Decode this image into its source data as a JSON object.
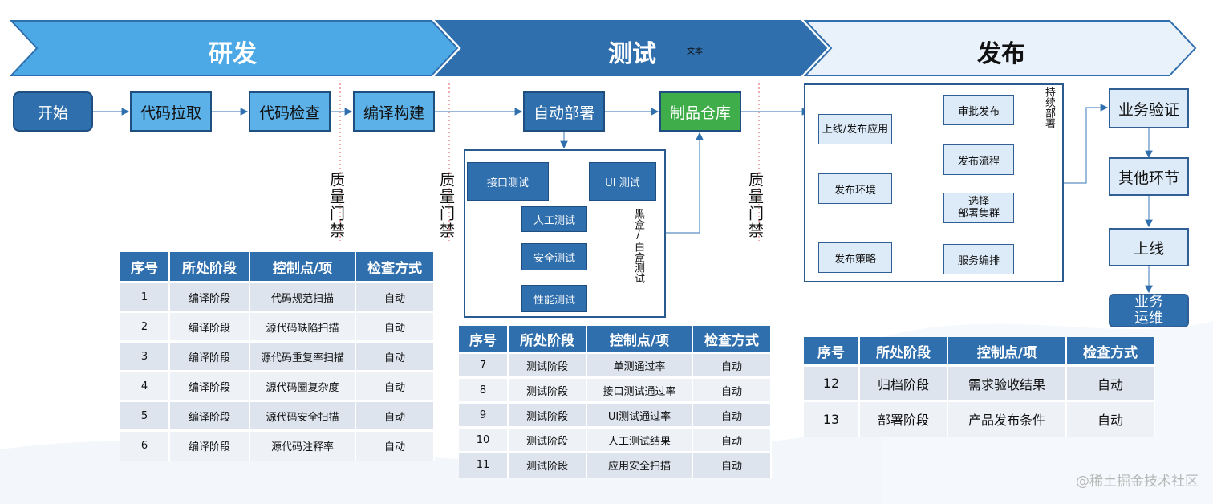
{
  "phases": [
    "研发",
    "测试",
    "发布"
  ],
  "small_label": "文本",
  "dev_flow": [
    "开始",
    "代码拉取",
    "代码检查",
    "编译构建"
  ],
  "test_flow": [
    "自动部署",
    "制品仓库"
  ],
  "test_box": {
    "interface_test": "接口测试",
    "ui_test": "UI 测试",
    "manual_test": "人工测试",
    "security_test": "安全测试",
    "performance_test": "性能测试",
    "side_label": "黑盒/白盒测试"
  },
  "quality_gate": "质量门禁",
  "release_box": {
    "online_deploy": "上线/发布应用",
    "release_env": "发布环境",
    "release_strategy": "发布策略",
    "approve_release": "审批发布",
    "release_process": "发布流程",
    "select_cluster_line1": "选择",
    "select_cluster_line2": "部署集群",
    "service_orchestration": "服务编排",
    "side_label": "持续部署"
  },
  "release_flow": {
    "biz_verify": "业务验证",
    "other_steps": "其他环节",
    "go_live": "上线",
    "biz_ops_line1": "业务",
    "biz_ops_line2": "运维"
  },
  "table_headers": [
    "序号",
    "所处阶段",
    "控制点/项",
    "检查方式"
  ],
  "table_dev": [
    [
      "1",
      "编译阶段",
      "代码规范扫描",
      "自动"
    ],
    [
      "2",
      "编译阶段",
      "源代码缺陷扫描",
      "自动"
    ],
    [
      "3",
      "编译阶段",
      "源代码重复率扫描",
      "自动"
    ],
    [
      "4",
      "编译阶段",
      "源代码圈复杂度",
      "自动"
    ],
    [
      "5",
      "编译阶段",
      "源代码安全扫描",
      "自动"
    ],
    [
      "6",
      "编译阶段",
      "源代码注释率",
      "自动"
    ]
  ],
  "table_test": [
    [
      "7",
      "测试阶段",
      "单测通过率",
      "自动"
    ],
    [
      "8",
      "测试阶段",
      "接口测试通过率",
      "自动"
    ],
    [
      "9",
      "测试阶段",
      "UI测试通过率",
      "自动"
    ],
    [
      "10",
      "测试阶段",
      "人工测试结果",
      "自动"
    ],
    [
      "11",
      "测试阶段",
      "应用安全扫描",
      "自动"
    ]
  ],
  "table_release": [
    [
      "12",
      "归档阶段",
      "需求验收结果",
      "自动"
    ],
    [
      "13",
      "部署阶段",
      "产品发布条件",
      "自动"
    ]
  ],
  "watermark": "@稀土掘金技术社区"
}
